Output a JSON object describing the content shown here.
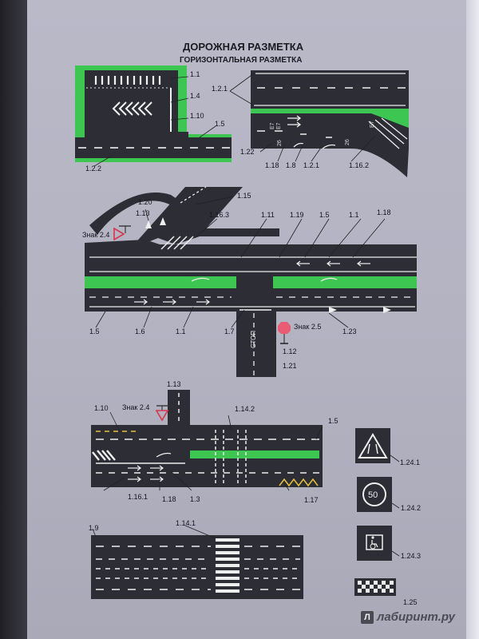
{
  "header": {
    "title": "ДОРОЖНАЯ РАЗМЕТКА",
    "subtitle": "ГОРИЗОНТАЛЬНАЯ РАЗМЕТКА"
  },
  "diagram1": {
    "labels": [
      "1.1",
      "1.4",
      "1.10",
      "1.5",
      "1.2.2"
    ]
  },
  "diagram2": {
    "labels": [
      "1.2.1",
      "1.22",
      "1.18",
      "1.8",
      "1.2.1",
      "1.16.2"
    ],
    "road_numbers": [
      "E7",
      "E7",
      "26",
      "E7",
      "26"
    ]
  },
  "diagram3": {
    "labels": [
      "1.20",
      "1.13",
      "1.15",
      "1.16.3",
      "1.11",
      "1.19",
      "1.5",
      "1.1",
      "1.18",
      "1.5",
      "1.6",
      "1.1",
      "1.7",
      "1.23",
      "1.12",
      "1.21"
    ],
    "sign_2_4": "Знак 2.4",
    "sign_2_5": "Знак 2.5",
    "stop_text": "СТОП"
  },
  "diagram4": {
    "labels": [
      "1.13",
      "1.14.2",
      "1.10",
      "1.5",
      "1.16.1",
      "1.18",
      "1.3",
      "1.17"
    ],
    "sign_2_4": "Знак 2.4"
  },
  "diagram5": {
    "labels": [
      "1.9",
      "1.14.1"
    ]
  },
  "signs": {
    "labels": [
      "1.24.1",
      "1.24.2",
      "1.24.3",
      "1.25"
    ],
    "speed_value": "50"
  },
  "watermark": {
    "text": "лабиринт.ру",
    "logo_letter": "Л"
  }
}
